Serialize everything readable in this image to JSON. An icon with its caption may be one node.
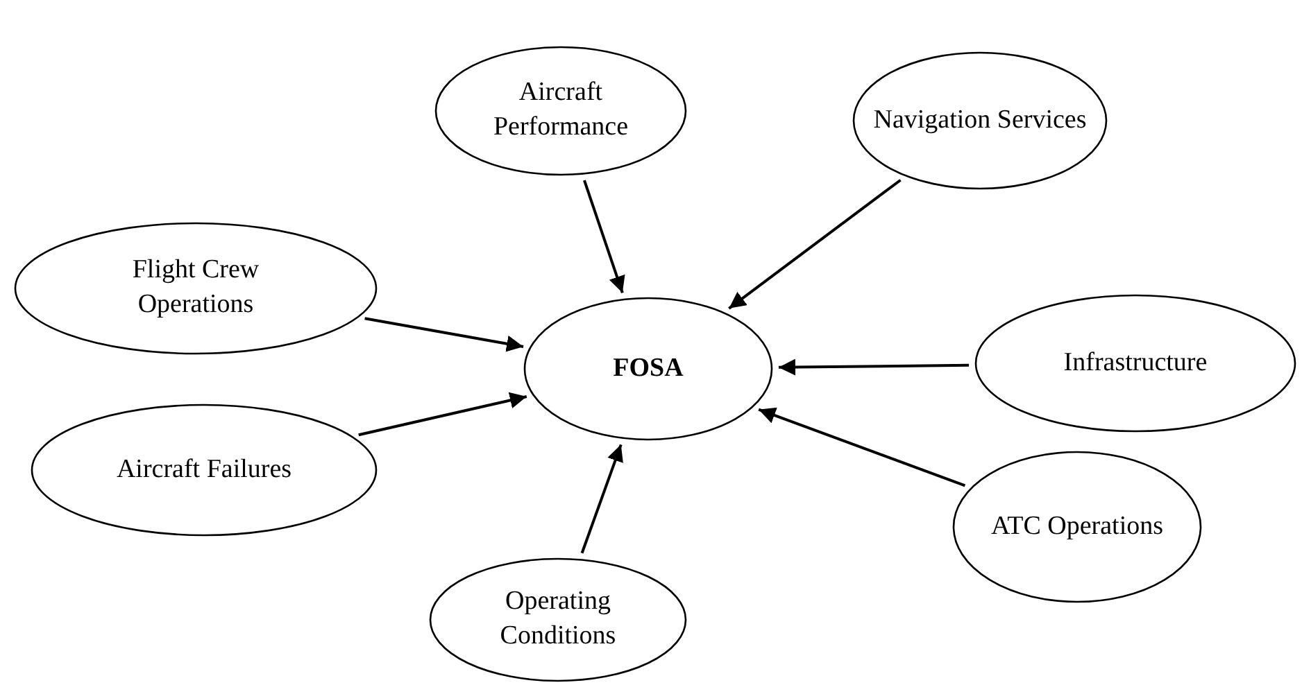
{
  "diagram": {
    "nodes": [
      {
        "text": [
          "FOSA"
        ]
      },
      {
        "text": [
          "Aircraft Performance"
        ]
      },
      {
        "text": [
          "Navigation Services"
        ]
      },
      {
        "text": [
          "Flight Crew Operations"
        ]
      },
      {
        "text": [
          "Infrastructure"
        ]
      },
      {
        "text": [
          "Aircraft Failures"
        ]
      },
      {
        "text": [
          "ATC Operations"
        ]
      },
      {
        "text": [
          "Operating Conditions"
        ]
      }
    ],
    "edges": [
      {
        "from": 1,
        "to": 0,
        "arrow": "to"
      },
      {
        "from": 2,
        "to": 0,
        "arrow": "to"
      },
      {
        "from": 3,
        "to": 0,
        "arrow": "to"
      },
      {
        "from": 4,
        "to": 0,
        "arrow": "to"
      },
      {
        "from": 5,
        "to": 0,
        "arrow": "to"
      },
      {
        "from": 6,
        "to": 0,
        "arrow": "to"
      },
      {
        "from": 7,
        "to": 0,
        "arrow": "to"
      }
    ]
  }
}
